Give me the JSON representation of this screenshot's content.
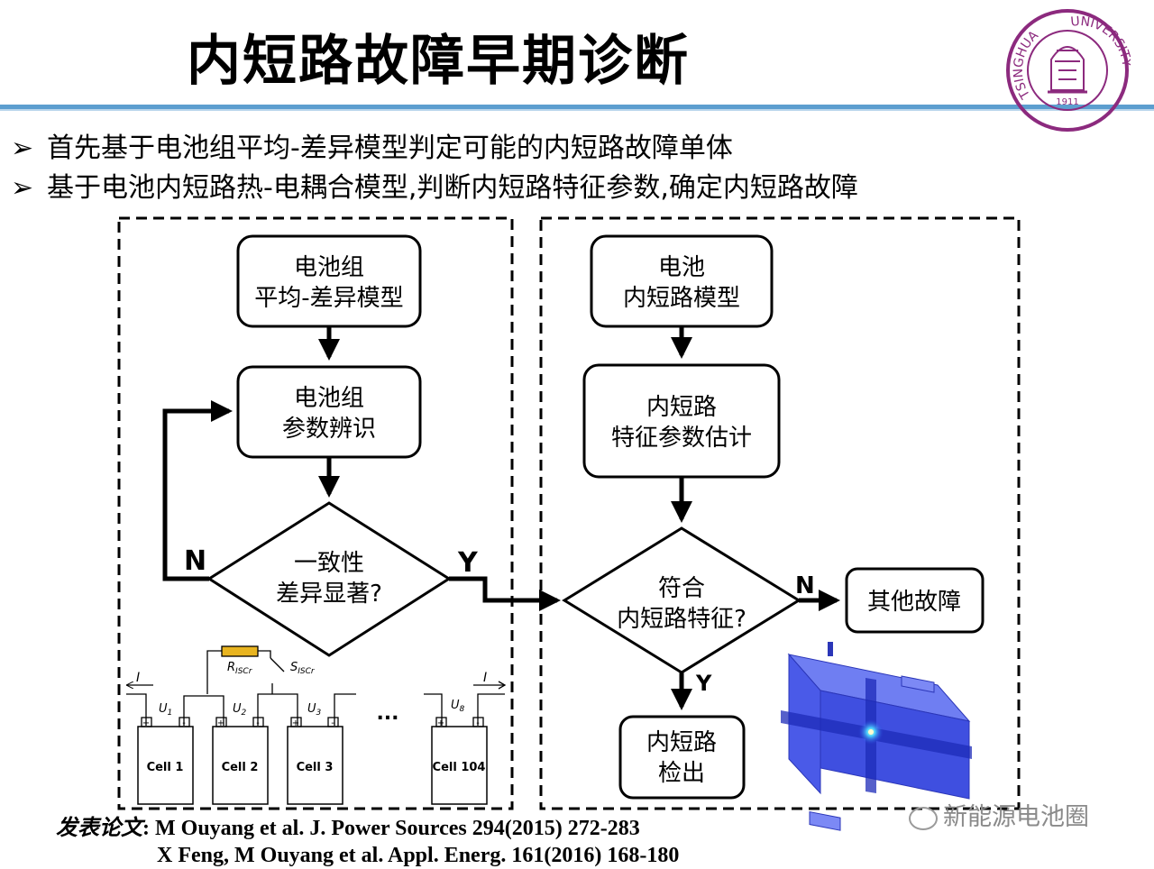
{
  "slide": {
    "title": "内短路故障早期诊断",
    "bullets": [
      "首先基于电池组平均-差异模型判定可能的内短路故障单体",
      "基于电池内短路热-电耦合模型,判断内短路特征参数,确定内短路故障"
    ],
    "bullet_marker": "➢",
    "logo": {
      "text_left": "TSINGHUA",
      "text_right": "UNIVERSITY",
      "year": "1911",
      "icon": "tsinghua-seal-icon"
    }
  },
  "left_flow": {
    "box1": [
      "电池组",
      "平均-差异模型"
    ],
    "box2": [
      "电池组",
      "参数辨识"
    ],
    "diamond": [
      "一致性",
      "差异显著?"
    ],
    "no_label": "N",
    "yes_label": "Y"
  },
  "right_flow": {
    "box1": [
      "电池",
      "内短路模型"
    ],
    "box2": [
      "内短路",
      "特征参数估计"
    ],
    "diamond": [
      "符合",
      "内短路特征?"
    ],
    "no_label": "N",
    "yes_label": "Y",
    "other_fault": "其他故障",
    "detected": [
      "内短路",
      "检出"
    ]
  },
  "circuit": {
    "current": "I",
    "resistor": "R",
    "resistor_sub": "ISCr",
    "switch": "S",
    "switch_sub": "ISCr",
    "cells": [
      {
        "name": "Cell 1",
        "u": "U",
        "u_sub": "1"
      },
      {
        "name": "Cell 2",
        "u": "U",
        "u_sub": "2"
      },
      {
        "name": "Cell 3",
        "u": "U",
        "u_sub": "3"
      },
      {
        "name": "Cell 104",
        "u": "U",
        "u_sub": "8"
      }
    ],
    "ellipsis": "...",
    "plus": "+",
    "minus": "-"
  },
  "references": {
    "label": "发表论文",
    "line1": ": M Ouyang et al. J. Power Sources 294(2015) 272-283",
    "line2": "X Feng, M Ouyang et al. Appl. Energ. 161(2016) 168-180"
  },
  "watermark": "新能源电池圈",
  "colors": {
    "accent_rule": "#5c9ecf",
    "resistor": "#e8b420",
    "simulation": "#3f4fe0",
    "logo": "#8c2a7e"
  }
}
